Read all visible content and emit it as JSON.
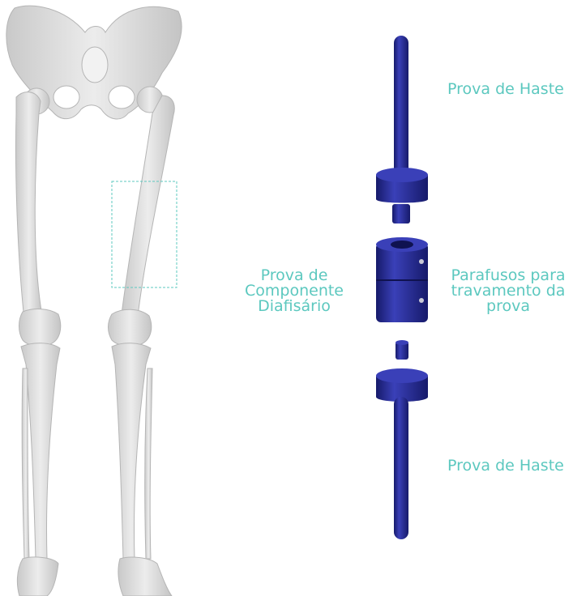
{
  "labels": {
    "stem_top": "Prova de Haste",
    "diaphyseal": [
      "Prova de",
      "Componente",
      "Diafisário"
    ],
    "screws": [
      "Parafusos para",
      "travamento da",
      "prova"
    ],
    "stem_bottom": "Prova de Haste"
  },
  "colors": {
    "label": "#5cc8bf",
    "bone": "#d9d9d9",
    "bone_edge": "#b5b5b5",
    "implant": "#23288f",
    "implant_dark": "#161a6a",
    "highlight_box": "#5cc8bf"
  }
}
